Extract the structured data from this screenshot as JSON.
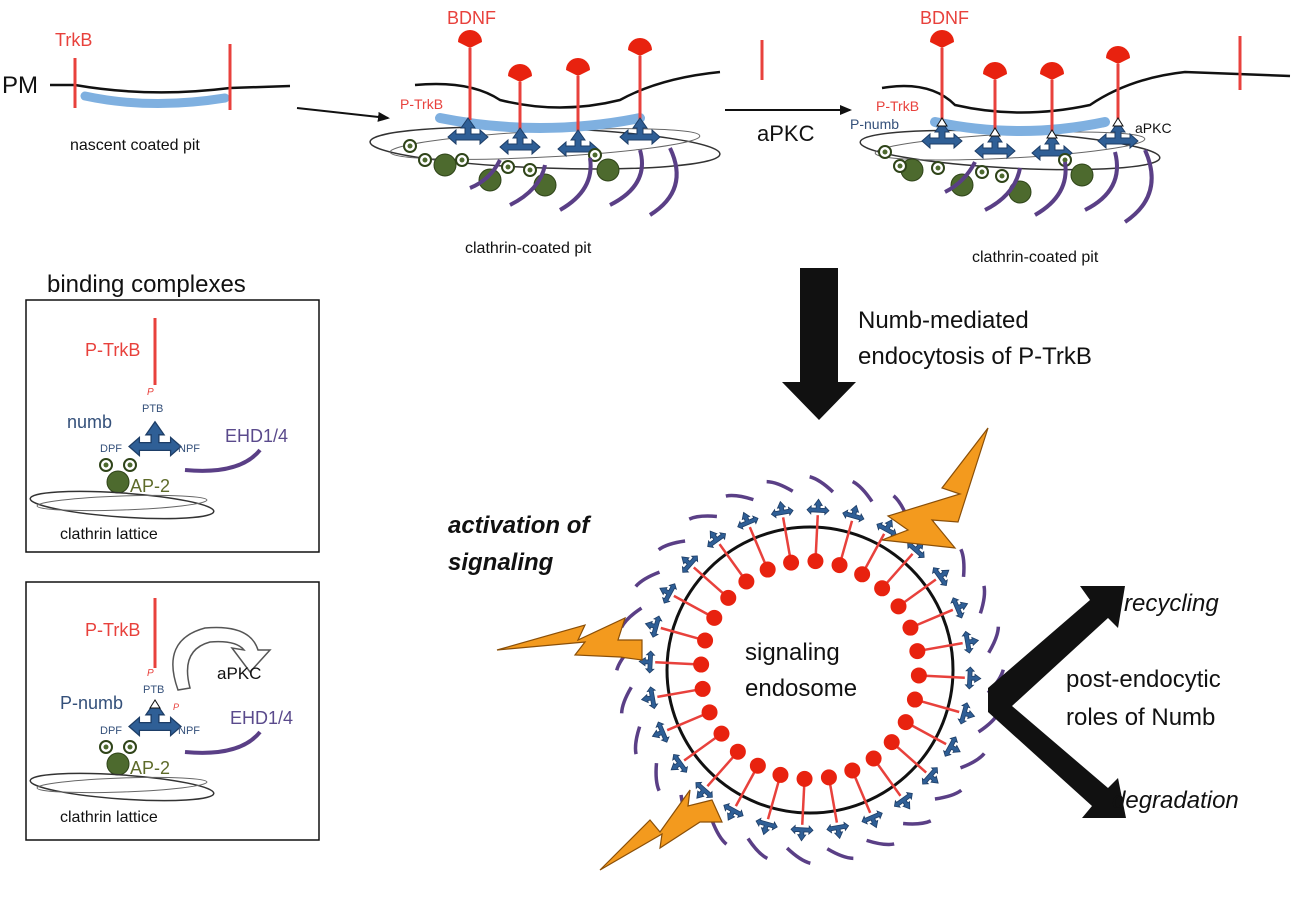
{
  "colors": {
    "receptor": "#e8413c",
    "membrane_coat": "#7fb0e0",
    "numb": "#2f5f96",
    "ap2": "#4d6a2e",
    "ehd": "#5a3f86",
    "lightning": "#f39a1e",
    "text": "#111111"
  },
  "top": {
    "pm_label": "PM",
    "trkb_label": "TrkB",
    "nascent_caption": "nascent coated pit",
    "bdnf_label_1": "BDNF",
    "ptrkb_label_1": "P-TrkB",
    "caption_pit_1": "clathrin-coated pit",
    "apkc_arrow_label": "aPKC",
    "bdnf_label_2": "BDNF",
    "ptrkb_label_2": "P-TrkB",
    "pnumb_label": "P-numb",
    "apkc_label_2": "aPKC",
    "caption_pit_2": "clathrin-coated pit"
  },
  "panels": {
    "heading": "binding complexes",
    "panel1": {
      "ptrkb": "P-TrkB",
      "p": "P",
      "ptb": "PTB",
      "numb": "numb",
      "dpf": "DPF",
      "npf": "NPF",
      "ehd": "EHD1/4",
      "ap2": "AP-2",
      "lattice": "clathrin lattice"
    },
    "panel2": {
      "ptrkb": "P-TrkB",
      "p": "P",
      "p2": "P",
      "ptb": "PTB",
      "pnumb": "P-numb",
      "apkc": "aPKC",
      "dpf": "DPF",
      "npf": "NPF",
      "ehd": "EHD1/4",
      "ap2": "AP-2",
      "lattice": "clathrin lattice"
    }
  },
  "endocytosis": {
    "line1": "Numb-mediated",
    "line2": "endocytosis of P-TrkB"
  },
  "endosome": {
    "activation_line1": "activation of",
    "activation_line2": "signaling",
    "label_line1": "signaling",
    "label_line2": "endosome",
    "post_line1": "post-endocytic",
    "post_line2": "roles of Numb",
    "recycling": "recycling",
    "degradation": "degradation"
  }
}
